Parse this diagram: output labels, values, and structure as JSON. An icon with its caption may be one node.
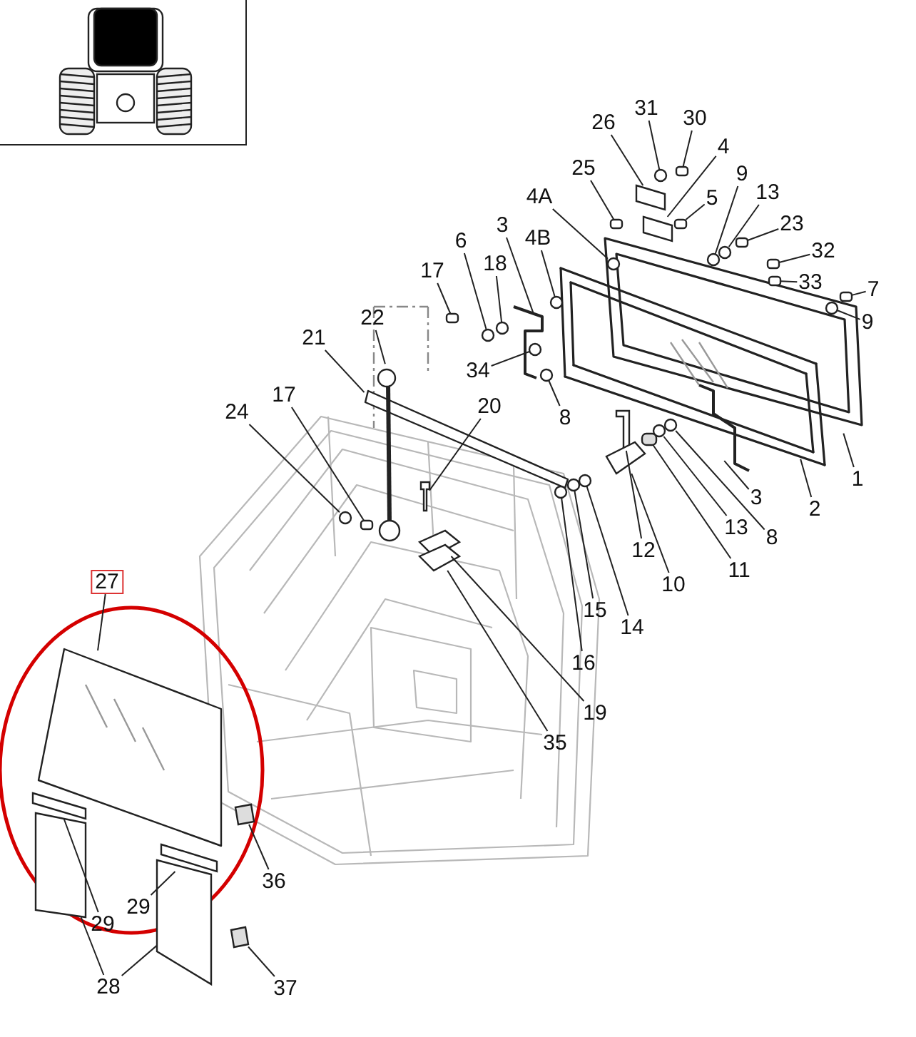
{
  "diagram": {
    "nodes": [
      {
        "text": [
          "31"
        ]
      },
      {
        "text": [
          "30"
        ]
      },
      {
        "text": [
          "26"
        ]
      },
      {
        "text": [
          "4"
        ]
      },
      {
        "text": [
          "25"
        ]
      },
      {
        "text": [
          "9"
        ]
      },
      {
        "text": [
          "13"
        ]
      },
      {
        "text": [
          "4A"
        ]
      },
      {
        "text": [
          "5"
        ]
      },
      {
        "text": [
          "23"
        ]
      },
      {
        "text": [
          "3"
        ]
      },
      {
        "text": [
          "4B"
        ]
      },
      {
        "text": [
          "6"
        ]
      },
      {
        "text": [
          "32"
        ]
      },
      {
        "text": [
          "18"
        ]
      },
      {
        "text": [
          "17"
        ]
      },
      {
        "text": [
          "33"
        ]
      },
      {
        "text": [
          "7"
        ]
      },
      {
        "text": [
          "22"
        ]
      },
      {
        "text": [
          "9"
        ]
      },
      {
        "text": [
          "21"
        ]
      },
      {
        "text": [
          "34"
        ]
      },
      {
        "text": [
          "17"
        ]
      },
      {
        "text": [
          "20"
        ]
      },
      {
        "text": [
          "24"
        ]
      },
      {
        "text": [
          "8"
        ]
      },
      {
        "text": [
          "1"
        ]
      },
      {
        "text": [
          "3"
        ]
      },
      {
        "text": [
          "2"
        ]
      },
      {
        "text": [
          "13"
        ]
      },
      {
        "text": [
          "8"
        ]
      },
      {
        "text": [
          "12"
        ]
      },
      {
        "text": [
          "11"
        ]
      },
      {
        "text": [
          "10"
        ]
      },
      {
        "text": [
          "27"
        ]
      },
      {
        "text": [
          "15"
        ]
      },
      {
        "text": [
          "14"
        ]
      },
      {
        "text": [
          "16"
        ]
      },
      {
        "text": [
          "19"
        ]
      },
      {
        "text": [
          "35"
        ]
      },
      {
        "text": [
          "36"
        ]
      },
      {
        "text": [
          "29"
        ]
      },
      {
        "text": [
          "29"
        ]
      },
      {
        "text": [
          "28"
        ]
      },
      {
        "text": [
          "37"
        ]
      },
      {
        "text": [],
        "shape": "circle"
      },
      {
        "text": [],
        "shape": "bolt"
      },
      {
        "text": [],
        "shape": "plate"
      },
      {
        "text": [],
        "shape": "plate"
      },
      {
        "text": [],
        "shape": "bolt"
      },
      {
        "text": [],
        "shape": "circle"
      },
      {
        "text": [],
        "shape": "circle"
      },
      {
        "text": [],
        "shape": "circle"
      },
      {
        "text": [],
        "shape": "bolt"
      },
      {
        "text": [],
        "shape": "bolt"
      },
      {
        "text": [],
        "shape": "circle"
      },
      {
        "text": [],
        "shape": "circle"
      },
      {
        "text": [],
        "shape": "bolt"
      },
      {
        "text": [],
        "shape": "circle"
      },
      {
        "text": [],
        "shape": "bolt"
      },
      {
        "text": [],
        "shape": "bolt"
      },
      {
        "text": [],
        "shape": "bolt"
      },
      {
        "text": [],
        "shape": "circle"
      },
      {
        "text": [],
        "shape": "circle"
      },
      {
        "text": [],
        "shape": "bolt"
      },
      {
        "text": [],
        "shape": "bolt"
      },
      {
        "text": [],
        "shape": "circle"
      },
      {
        "text": [],
        "shape": "circle"
      },
      {
        "text": [],
        "shape": "circle"
      },
      {
        "text": [],
        "shape": "circle"
      },
      {
        "text": [],
        "shape": "bracket"
      },
      {
        "text": [],
        "shape": "cylinder"
      },
      {
        "text": [],
        "shape": "bracket"
      },
      {
        "text": [],
        "shape": "circle"
      },
      {
        "text": [],
        "shape": "circle"
      },
      {
        "text": [],
        "shape": "circle"
      },
      {
        "text": [],
        "shape": "plate"
      },
      {
        "text": [],
        "shape": "plate"
      },
      {
        "text": [],
        "shape": "cylinder"
      },
      {
        "text": [],
        "shape": "bar"
      },
      {
        "text": [],
        "shape": "bar"
      },
      {
        "text": [],
        "shape": "pane"
      },
      {
        "text": [],
        "shape": "pane"
      },
      {
        "text": [],
        "shape": "cylinder"
      }
    ],
    "edges": [
      {
        "from": 0,
        "to": 45,
        "arrow": "none"
      },
      {
        "from": 1,
        "to": 46,
        "arrow": "none"
      },
      {
        "from": 2,
        "to": 47,
        "arrow": "none"
      },
      {
        "from": 3,
        "to": 48,
        "arrow": "none"
      },
      {
        "from": 4,
        "to": 49,
        "arrow": "none"
      },
      {
        "from": 5,
        "to": 50,
        "arrow": "none"
      },
      {
        "from": 6,
        "to": 51,
        "arrow": "none"
      },
      {
        "from": 7,
        "to": 52,
        "arrow": "none"
      },
      {
        "from": 8,
        "to": 53,
        "arrow": "none"
      },
      {
        "from": 9,
        "to": 54,
        "arrow": "none"
      },
      {
        "from": 10,
        "to": null,
        "arrow": "none"
      },
      {
        "from": 11,
        "to": 55,
        "arrow": "none"
      },
      {
        "from": 12,
        "to": 56,
        "arrow": "none"
      },
      {
        "from": 13,
        "to": 57,
        "arrow": "none"
      },
      {
        "from": 14,
        "to": 58,
        "arrow": "none"
      },
      {
        "from": 15,
        "to": 59,
        "arrow": "none"
      },
      {
        "from": 16,
        "to": 60,
        "arrow": "none"
      },
      {
        "from": 17,
        "to": 61,
        "arrow": "none"
      },
      {
        "from": 18,
        "to": null,
        "arrow": "none"
      },
      {
        "from": 19,
        "to": 62,
        "arrow": "none"
      },
      {
        "from": 20,
        "to": null,
        "arrow": "none"
      },
      {
        "from": 21,
        "to": 63,
        "arrow": "none"
      },
      {
        "from": 22,
        "to": 64,
        "arrow": "none"
      },
      {
        "from": 23,
        "to": 65,
        "arrow": "none"
      },
      {
        "from": 24,
        "to": 66,
        "arrow": "none"
      },
      {
        "from": 25,
        "to": 67,
        "arrow": "none"
      },
      {
        "from": 26,
        "to": null,
        "arrow": "none"
      },
      {
        "from": 27,
        "to": null,
        "arrow": "none"
      },
      {
        "from": 28,
        "to": null,
        "arrow": "none"
      },
      {
        "from": 29,
        "to": 68,
        "arrow": "none"
      },
      {
        "from": 30,
        "to": 69,
        "arrow": "none"
      },
      {
        "from": 31,
        "to": 70,
        "arrow": "none"
      },
      {
        "from": 32,
        "to": 71,
        "arrow": "none"
      },
      {
        "from": 33,
        "to": 72,
        "arrow": "none"
      },
      {
        "from": 34,
        "to": null,
        "arrow": "none"
      },
      {
        "from": 35,
        "to": 73,
        "arrow": "none"
      },
      {
        "from": 36,
        "to": 74,
        "arrow": "none"
      },
      {
        "from": 37,
        "to": 75,
        "arrow": "none"
      },
      {
        "from": 38,
        "to": 76,
        "arrow": "none"
      },
      {
        "from": 39,
        "to": 77,
        "arrow": "none"
      },
      {
        "from": 40,
        "to": 78,
        "arrow": "none"
      },
      {
        "from": 41,
        "to": 79,
        "arrow": "none"
      },
      {
        "from": 42,
        "to": 80,
        "arrow": "none"
      },
      {
        "from": 43,
        "to": 81,
        "arrow": "none"
      },
      {
        "from": 43,
        "to": 82,
        "arrow": "none"
      },
      {
        "from": 44,
        "to": 83,
        "arrow": "none"
      }
    ]
  }
}
